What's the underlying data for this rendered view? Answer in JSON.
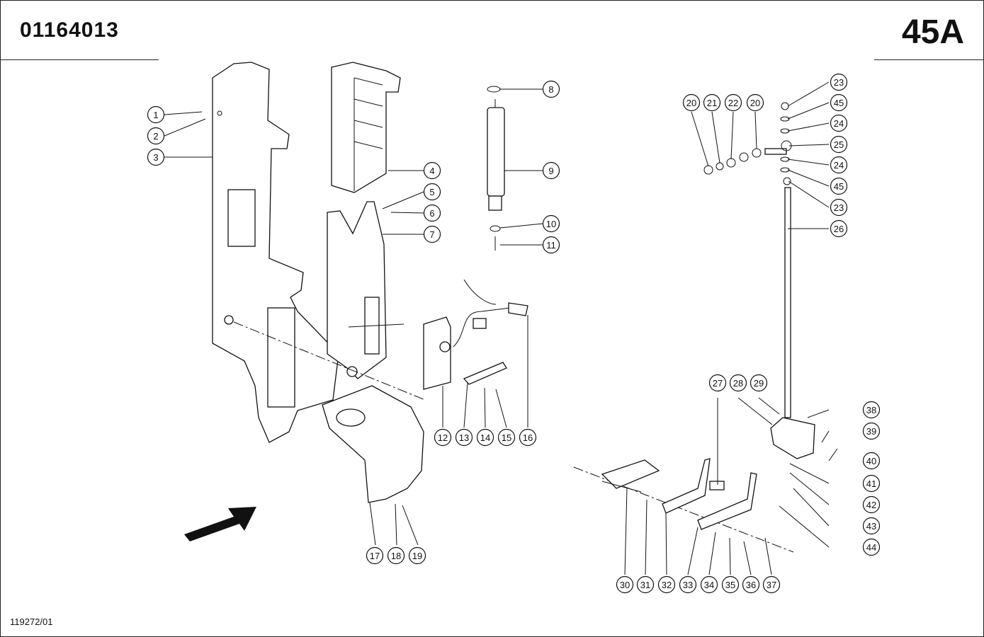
{
  "header": {
    "part_number": "01164013",
    "section": "45A"
  },
  "footer": {
    "drawing_ref": "119272/01"
  },
  "callouts": [
    "1",
    "2",
    "3",
    "4",
    "5",
    "6",
    "7",
    "8",
    "9",
    "10",
    "11",
    "12",
    "13",
    "14",
    "15",
    "16",
    "17",
    "18",
    "19",
    "20",
    "21",
    "22",
    "20",
    "23",
    "45",
    "24",
    "25",
    "24",
    "45",
    "23",
    "26",
    "27",
    "28",
    "29",
    "38",
    "39",
    "40",
    "41",
    "42",
    "43",
    "44",
    "30",
    "31",
    "32",
    "33",
    "34",
    "35",
    "36",
    "37"
  ]
}
